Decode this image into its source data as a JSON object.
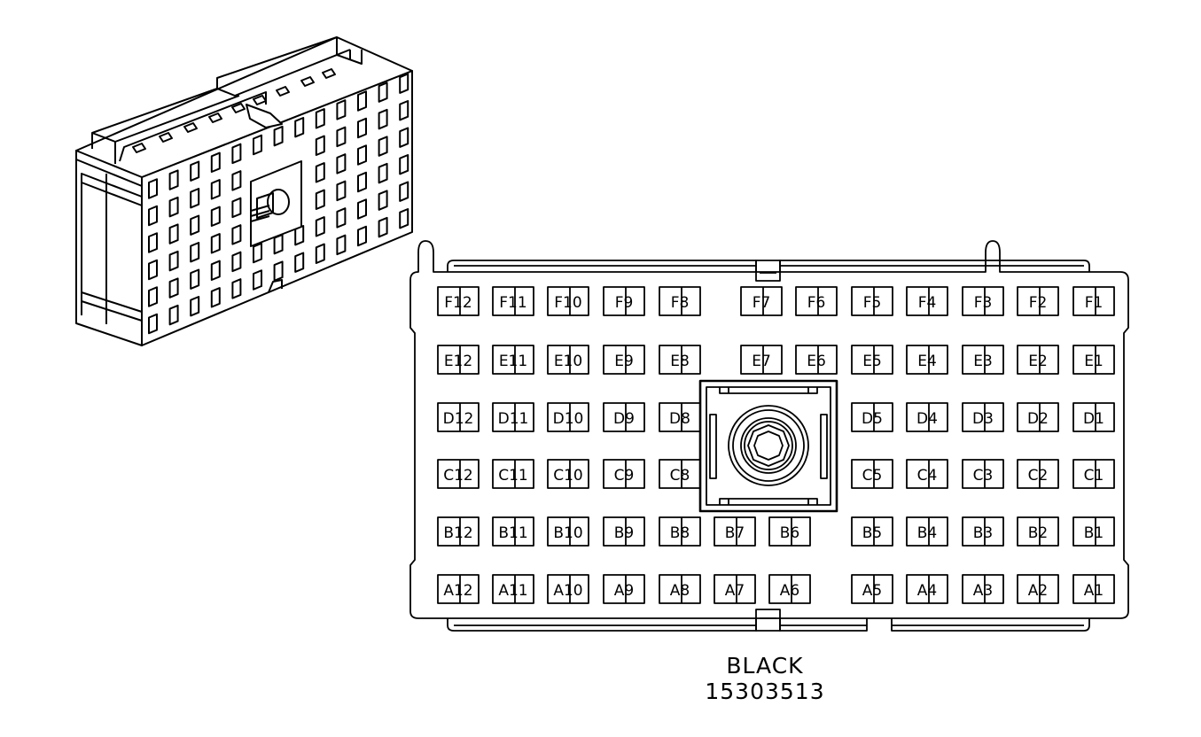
{
  "connector": {
    "color_label": "BLACK",
    "part_number": "15303513",
    "rows": [
      {
        "row": "F",
        "pins": [
          "F12",
          "F11",
          "F10",
          "F9",
          "F8",
          "F7",
          "F6",
          "F5",
          "F4",
          "F3",
          "F2",
          "F1"
        ]
      },
      {
        "row": "E",
        "pins": [
          "E12",
          "E11",
          "E10",
          "E9",
          "E8",
          "E7",
          "E6",
          "E5",
          "E4",
          "E3",
          "E2",
          "E1"
        ]
      },
      {
        "row": "D",
        "pins": [
          "D12",
          "D11",
          "D10",
          "D9",
          "D8",
          "D5",
          "D4",
          "D3",
          "D2",
          "D1"
        ]
      },
      {
        "row": "C",
        "pins": [
          "C12",
          "C11",
          "C10",
          "C9",
          "C8",
          "C5",
          "C4",
          "C3",
          "C2",
          "C1"
        ]
      },
      {
        "row": "B",
        "pins": [
          "B12",
          "B11",
          "B10",
          "B9",
          "B8",
          "B7",
          "B6",
          "B5",
          "B4",
          "B3",
          "B2",
          "B1"
        ]
      },
      {
        "row": "A",
        "pins": [
          "A12",
          "A11",
          "A10",
          "A9",
          "A8",
          "A7",
          "A6",
          "A5",
          "A4",
          "A3",
          "A2",
          "A1"
        ]
      }
    ]
  },
  "colors": {
    "line": "#000000",
    "background": "#ffffff"
  }
}
